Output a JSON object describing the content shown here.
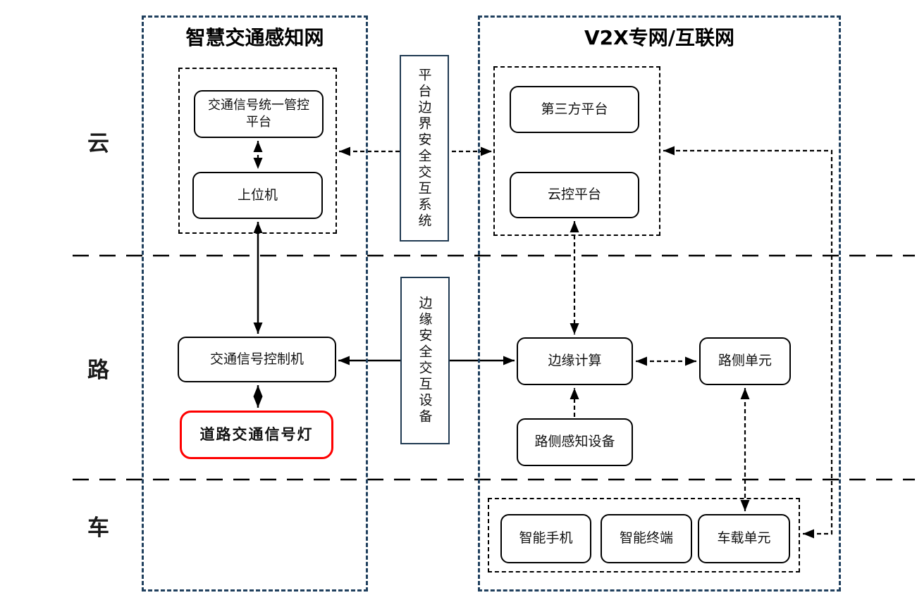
{
  "diagram": {
    "left_region": {
      "title": "智慧交通感知网"
    },
    "right_region": {
      "title": "V2X专网/互联网"
    },
    "row_labels": {
      "cloud": "云",
      "road": "路",
      "vehicle": "车"
    }
  },
  "nodes": {
    "unified_control_platform": {
      "label": "交通信号统一管控平台"
    },
    "host_computer": {
      "label": "上位机"
    },
    "signal_controller": {
      "label": "交通信号控制机"
    },
    "road_traffic_light": {
      "label": "道路交通信号灯",
      "border_color": "#fe0000"
    },
    "platform_boundary_security": {
      "label": "平台边界安全交互系统"
    },
    "edge_security_device": {
      "label": "边缘安全交互设备"
    },
    "third_party_platform": {
      "label": "第三方平台"
    },
    "cloud_control_platform": {
      "label": "云控平台"
    },
    "edge_computing": {
      "label": "边缘计算"
    },
    "roadside_unit": {
      "label": "路侧单元"
    },
    "roadside_sensing_device": {
      "label": "路侧感知设备"
    },
    "smartphone": {
      "label": "智能手机"
    },
    "smart_terminal": {
      "label": "智能终端"
    },
    "onboard_unit": {
      "label": "车载单元"
    }
  },
  "connections": [
    {
      "from": "交通信号统一管控平台",
      "to": "上位机",
      "style": "dashed",
      "arrows": "both"
    },
    {
      "from": "上位机",
      "to": "交通信号控制机",
      "style": "solid",
      "arrows": "both"
    },
    {
      "from": "交通信号控制机",
      "to": "道路交通信号灯",
      "style": "solid",
      "arrows": "both"
    },
    {
      "from": "交通信号控制机",
      "to": "边缘计算",
      "style": "solid",
      "arrows": "both",
      "via": "边缘安全交互设备"
    },
    {
      "from": "智慧交通感知网云平台组",
      "to": "V2X云平台组",
      "style": "dashed",
      "arrows": "both",
      "via": "平台边界安全交互系统"
    },
    {
      "from": "第三方平台",
      "to": "云控平台",
      "style": "dashed",
      "arrows": "both"
    },
    {
      "from": "云控平台",
      "to": "边缘计算",
      "style": "dashed",
      "arrows": "both"
    },
    {
      "from": "路侧感知设备",
      "to": "边缘计算",
      "style": "dashed",
      "arrows": "to"
    },
    {
      "from": "边缘计算",
      "to": "路侧单元",
      "style": "dashed",
      "arrows": "both"
    },
    {
      "from": "路侧单元",
      "to": "车载单元",
      "style": "dashed",
      "arrows": "both"
    },
    {
      "from": "V2X云平台组",
      "to": "车载终端组",
      "style": "dashed",
      "arrows": "both"
    }
  ],
  "colors": {
    "region_border": "#20405e",
    "security_box_border": "#203a52",
    "highlight_border": "#fe0000",
    "line": "#000000",
    "background": "#ffffff"
  }
}
